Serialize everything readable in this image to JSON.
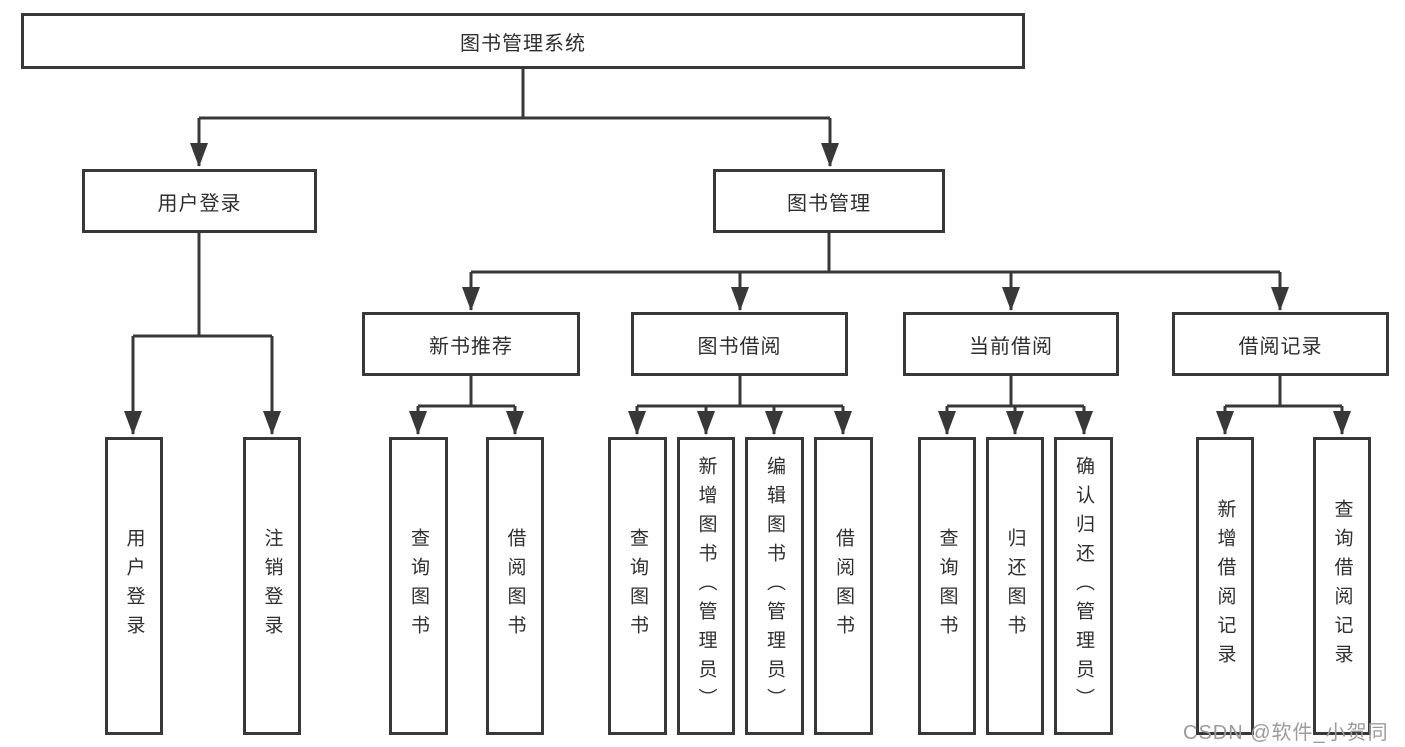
{
  "tree": {
    "label": "图书管理系统",
    "children": [
      {
        "label": "用户登录",
        "children": [
          {
            "label": "用户登录"
          },
          {
            "label": "注销登录"
          }
        ]
      },
      {
        "label": "图书管理",
        "children": [
          {
            "label": "新书推荐",
            "children": [
              {
                "label": "查询图书"
              },
              {
                "label": "借阅图书"
              }
            ]
          },
          {
            "label": "图书借阅",
            "children": [
              {
                "label": "查询图书"
              },
              {
                "label": "新增图书（管理员）"
              },
              {
                "label": "编辑图书（管理员）"
              },
              {
                "label": "借阅图书"
              }
            ]
          },
          {
            "label": "当前借阅",
            "children": [
              {
                "label": "查询图书"
              },
              {
                "label": "归还图书"
              },
              {
                "label": "确认归还（管理员）"
              }
            ]
          },
          {
            "label": "借阅记录",
            "children": [
              {
                "label": "新增借阅记录"
              },
              {
                "label": "查询借阅记录"
              }
            ]
          }
        ]
      }
    ]
  },
  "watermark": {
    "text": "CSDN @软件_小贺同学",
    "color": "#9b9b9b"
  },
  "colors": {
    "line": "#383838",
    "box_border": "#383838",
    "background": "#ffffff",
    "text": "#2f2f2f"
  }
}
